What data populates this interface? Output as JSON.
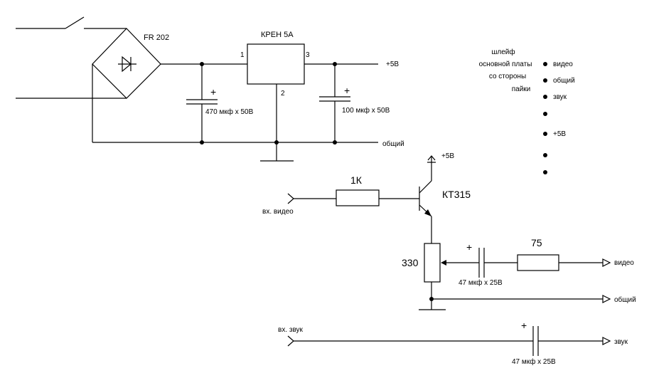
{
  "bridge": {
    "label": "FR 202"
  },
  "regulator": {
    "label": "КРЕН 5А",
    "pin1": "1",
    "pin2": "2",
    "pin3": "3"
  },
  "capacitors": {
    "c1": "470 мкф x 50В",
    "c2": "100 мкф x 50В",
    "c3": "47 мкф x 25В",
    "c4": "47 мкф x 25В",
    "plus": "+"
  },
  "rails": {
    "plus5_top": "+5В",
    "common_top": "общий",
    "plus5_transistor": "+5В"
  },
  "connector": {
    "note": [
      "шлейф",
      "основной платы",
      "со стороны",
      "пайки"
    ],
    "pins": [
      "видео",
      "общий",
      "звук",
      "",
      "+5В",
      "",
      ""
    ]
  },
  "video": {
    "input": "вх. видео",
    "r1": "1К",
    "transistor": "КТ315",
    "r_pot": "330",
    "r_out": "75",
    "out_video": "видео",
    "out_common": "общий"
  },
  "audio": {
    "input": "вх. звук",
    "out": "звук"
  }
}
